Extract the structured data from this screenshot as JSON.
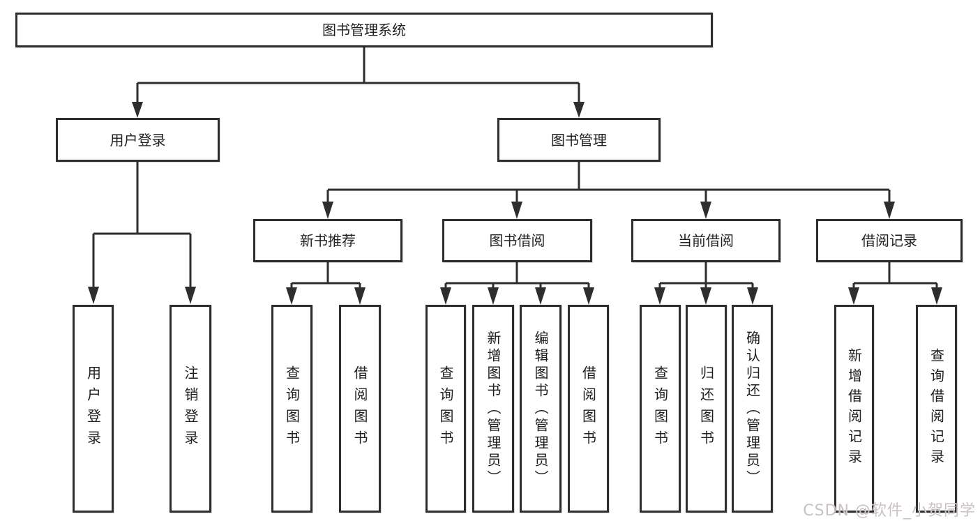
{
  "diagram": {
    "title": "图书管理系统",
    "root": {
      "label": "图书管理系统"
    },
    "branches": [
      {
        "label": "用户登录",
        "children": [
          {
            "label": "用户登录"
          },
          {
            "label": "注销登录"
          }
        ]
      },
      {
        "label": "图书管理",
        "children": [
          {
            "label": "新书推荐",
            "children": [
              {
                "label": "查询图书"
              },
              {
                "label": "借阅图书"
              }
            ]
          },
          {
            "label": "图书借阅",
            "children": [
              {
                "label": "查询图书"
              },
              {
                "label": "新增图书（管理员）"
              },
              {
                "label": "编辑图书（管理员）"
              },
              {
                "label": "借阅图书"
              }
            ]
          },
          {
            "label": "当前借阅",
            "children": [
              {
                "label": "查询图书"
              },
              {
                "label": "归还图书"
              },
              {
                "label": "确认归还（管理员）"
              }
            ]
          },
          {
            "label": "借阅记录",
            "children": [
              {
                "label": "新增借阅记录"
              },
              {
                "label": "查询借阅记录"
              }
            ]
          }
        ]
      }
    ]
  },
  "colors": {
    "line": "#2e2e2e",
    "text": "#1f1f1f",
    "background": "#ffffff",
    "watermark": "#c9c2c2"
  },
  "watermark": {
    "text": "CSDN @软件_小贺同学"
  }
}
